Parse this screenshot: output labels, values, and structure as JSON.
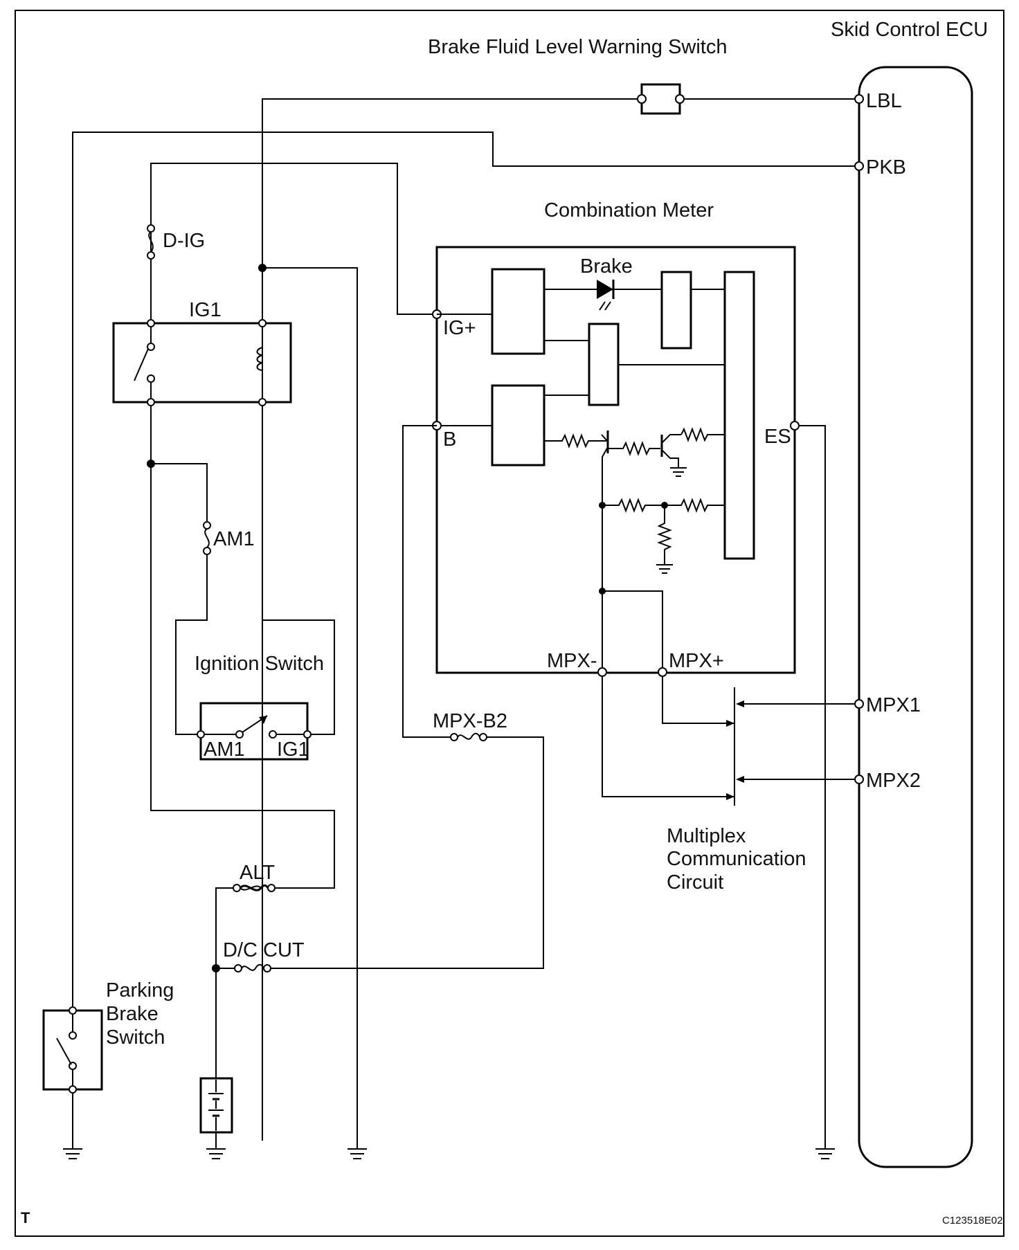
{
  "labels": {
    "skid_control_ecu": "Skid Control ECU",
    "brake_fluid_switch": "Brake Fluid Level Warning Switch",
    "lbl": "LBL",
    "pkb": "PKB",
    "combination_meter": "Combination Meter",
    "d_ig": "D-IG",
    "ig1_relay": "IG1",
    "brake": "Brake",
    "ig_plus": "IG+",
    "b": "B",
    "es": "ES",
    "am1_fuse": "AM1",
    "ignition_switch": "Ignition Switch",
    "switch_am1": "AM1",
    "switch_ig1": "IG1",
    "mpx_minus": "MPX-",
    "mpx_plus": "MPX+",
    "mpx1": "MPX1",
    "mpx2": "MPX2",
    "mpx_b2": "MPX-B2",
    "multiplex_line1": "Multiplex",
    "multiplex_line2": "Communication",
    "multiplex_line3": "Circuit",
    "alt": "ALT",
    "dc_cut": "D/C CUT",
    "parking_line1": "Parking",
    "parking_line2": "Brake",
    "parking_line3": "Switch",
    "corner_t": "T",
    "figure_code": "C123518E02"
  }
}
